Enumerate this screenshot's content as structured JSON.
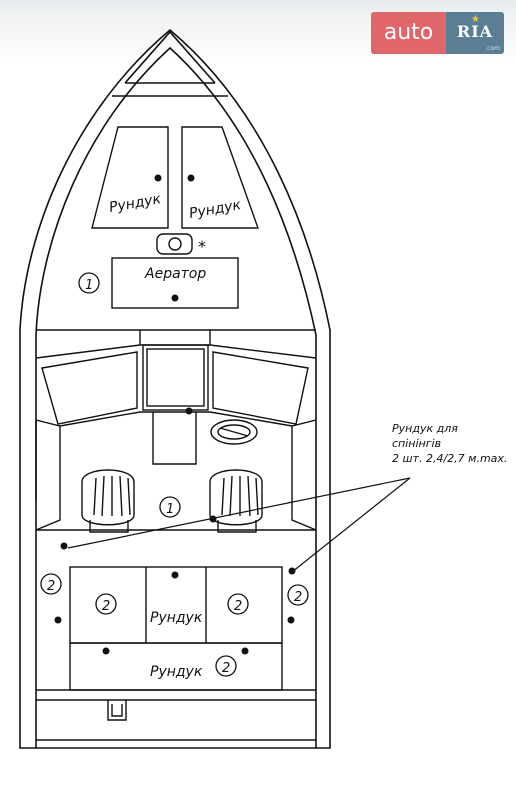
{
  "logo": {
    "auto": "auto",
    "ria": "RIA",
    "star": "★",
    "com": ".com"
  },
  "labels": {
    "locker_left": "Рундук",
    "locker_right": "Рундук",
    "aerator": "Аератор",
    "locker_center": "Рундук",
    "locker_stern": "Рундук",
    "callout_line1": "Рундук  для",
    "callout_line2": "спінінгів",
    "callout_line3": "2 шт. 2,4/2,7 м.max.",
    "asterisk": "*"
  },
  "markers": {
    "one_bow": "1",
    "one_cockpit": "1",
    "two_left": "2",
    "two_right": "2",
    "two_mid_left": "2",
    "two_mid_right": "2",
    "two_stern": "2"
  },
  "colors": {
    "logo_auto_bg": "#e0666b",
    "logo_ria_bg": "#5a7f95",
    "line": "#111111"
  }
}
